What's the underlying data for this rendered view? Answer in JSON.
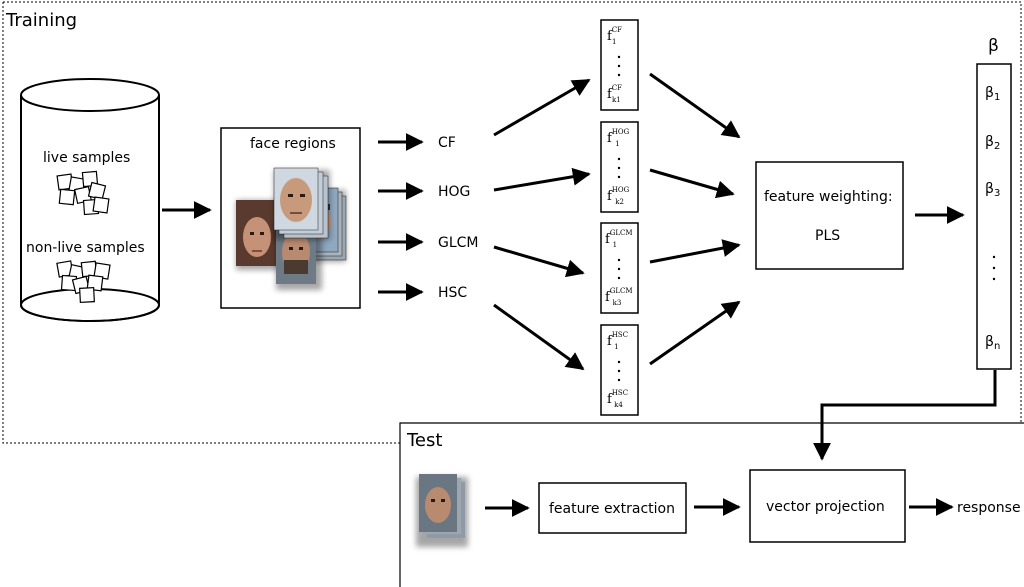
{
  "sections": {
    "training": "Training",
    "test": "Test"
  },
  "database": {
    "live": "live samples",
    "nonlive": "non-live samples"
  },
  "face_regions": {
    "title": "face regions"
  },
  "descriptors": [
    "CF",
    "HOG",
    "GLCM",
    "HSC"
  ],
  "feature_vectors": [
    {
      "f": "f",
      "sup": "CF",
      "sub_first": "1",
      "sub_last": "k1"
    },
    {
      "f": "f",
      "sup": "HOG",
      "sub_first": "1",
      "sub_last": "k2"
    },
    {
      "f": "f",
      "sup": "GLCM",
      "sub_first": "1",
      "sub_last": "k3"
    },
    {
      "f": "f",
      "sup": "HSC",
      "sub_first": "1",
      "sub_last": "k4"
    }
  ],
  "weighting": {
    "line1": "feature weighting:",
    "line2": "PLS"
  },
  "beta": {
    "title": "β",
    "entries": [
      "β",
      "β",
      "β",
      "β"
    ],
    "subs": [
      "1",
      "2",
      "3",
      "n"
    ]
  },
  "test": {
    "extraction": "feature extraction",
    "projection": "vector projection",
    "output": "response"
  },
  "colors": {
    "line": "#000000",
    "face_skin": "#c89a7c",
    "face_hair": "#3a2a22",
    "face_bg": "#8fa8bf"
  }
}
